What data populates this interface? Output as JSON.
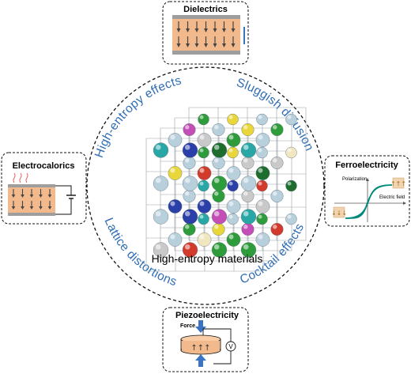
{
  "center": {
    "label": "High-entropy materials"
  },
  "effects": [
    {
      "label": "High-entropy effects"
    },
    {
      "label": "Sluggish diffusion"
    },
    {
      "label": "Lattice distortions"
    },
    {
      "label": "Cocktail effects"
    }
  ],
  "panels": {
    "dielectrics": {
      "title": "Dielectrics"
    },
    "electrocalorics": {
      "title": "Electrocalorics"
    },
    "ferroelectricity": {
      "title": "Ferroelectricity",
      "ylabel": "Polarization",
      "xlabel": "Electric field"
    },
    "piezoelectricity": {
      "title": "Piezoelectricity",
      "force_label": "Force",
      "meter_label": "V"
    }
  },
  "colors": {
    "arc_text": "#2e6db4",
    "capacitor_fill": "#f2b98c",
    "hysteresis": "#00897b",
    "plate": "#9e9e9e",
    "arrow_blue": "#3a73c4"
  },
  "icons": [
    "down-arrow-icon",
    "up-arrow-icon",
    "heat-wave-icon",
    "battery-icon",
    "voltmeter-icon",
    "force-arrow-icon"
  ]
}
